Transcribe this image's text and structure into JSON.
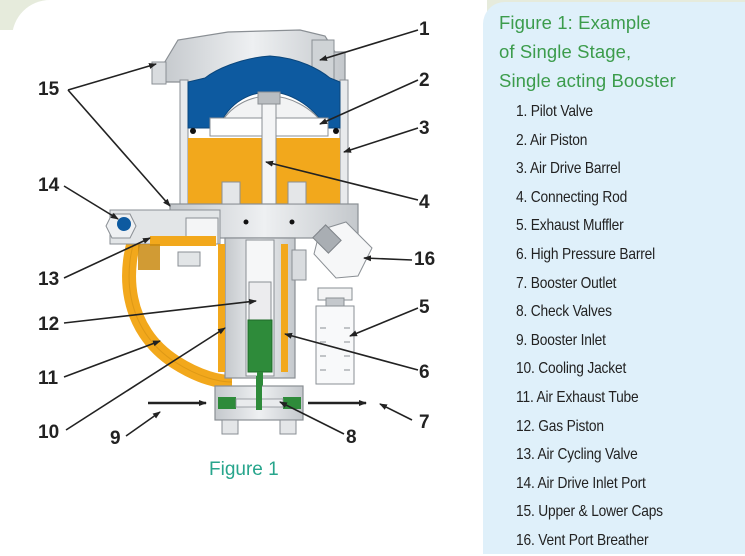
{
  "legend": {
    "title_lines": [
      "Figure 1: Example",
      "of Single Stage,",
      "Single acting Booster"
    ],
    "items": [
      "1. Pilot Valve",
      "2. Air Piston",
      "3. Air Drive Barrel",
      "4. Connecting Rod",
      "5. Exhaust Muffler",
      "6. High Pressure Barrel",
      "7. Booster Outlet",
      "8. Check Valves",
      "9. Booster Inlet",
      "10. Cooling Jacket",
      "11. Air Exhaust Tube",
      "12. Gas Piston",
      "13. Air Cycling Valve",
      "14. Air Drive Inlet Port",
      "15. Upper & Lower Caps",
      "16. Vent Port Breather"
    ]
  },
  "diagram": {
    "caption": "Figure 1",
    "callouts": {
      "c1": "1",
      "c2": "2",
      "c3": "3",
      "c4": "4",
      "c5": "5",
      "c6": "6",
      "c7": "7",
      "c8": "8",
      "c9": "9",
      "c10": "10",
      "c11": "11",
      "c12": "12",
      "c13": "13",
      "c14": "14",
      "c15": "15",
      "c16": "16"
    },
    "colors": {
      "air_piston": "#0d5aa0",
      "air_drive_barrel": "#f2a81c",
      "gas_piston": "#2e8b3a",
      "metal": "#d9dcdf",
      "outline": "#8a8f94",
      "caption": "#27a58c",
      "legend_title": "#3c9c4c",
      "legend_bg": "#dff0fa"
    }
  }
}
